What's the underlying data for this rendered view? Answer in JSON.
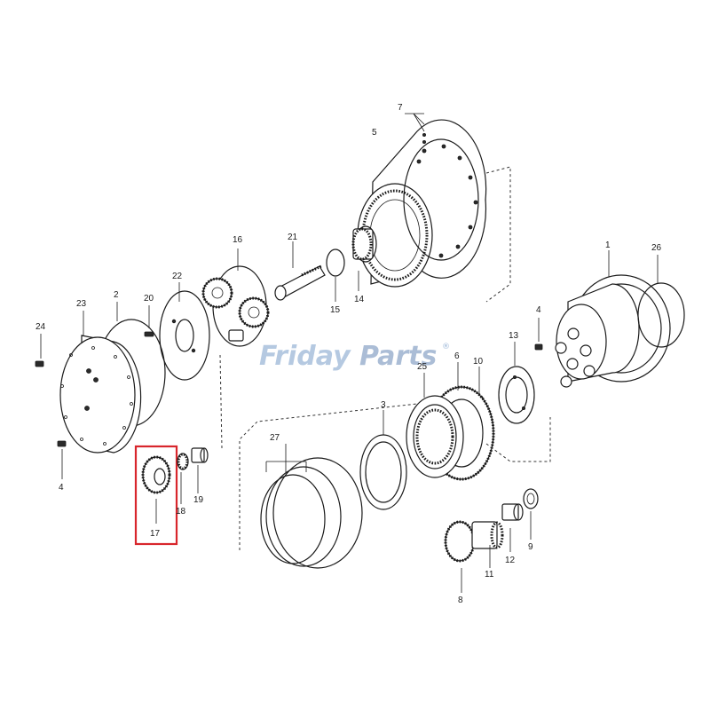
{
  "diagram": {
    "highlight_part": "17",
    "highlight_color": "#d8262c",
    "line_color": "#1a1a1a",
    "labels": {
      "l1": "1",
      "l2": "2",
      "l3": "3",
      "l4a": "4",
      "l4b": "4",
      "l5": "5",
      "l6": "6",
      "l7": "7",
      "l8": "8",
      "l9": "9",
      "l10": "10",
      "l11": "11",
      "l12": "12",
      "l13": "13",
      "l14": "14",
      "l15": "15",
      "l16": "16",
      "l17": "17",
      "l18": "18",
      "l19": "19",
      "l20": "20",
      "l21": "21",
      "l22": "22",
      "l23": "23",
      "l24": "24",
      "l25": "25",
      "l26": "26",
      "l27": "27"
    }
  },
  "watermark": {
    "brand_part1": "Friday",
    "brand_part2": "Parts",
    "registered": "®",
    "colors": {
      "light": "#9db8d8",
      "dark": "#8fa8c9",
      "accent": "#e0a030"
    }
  }
}
